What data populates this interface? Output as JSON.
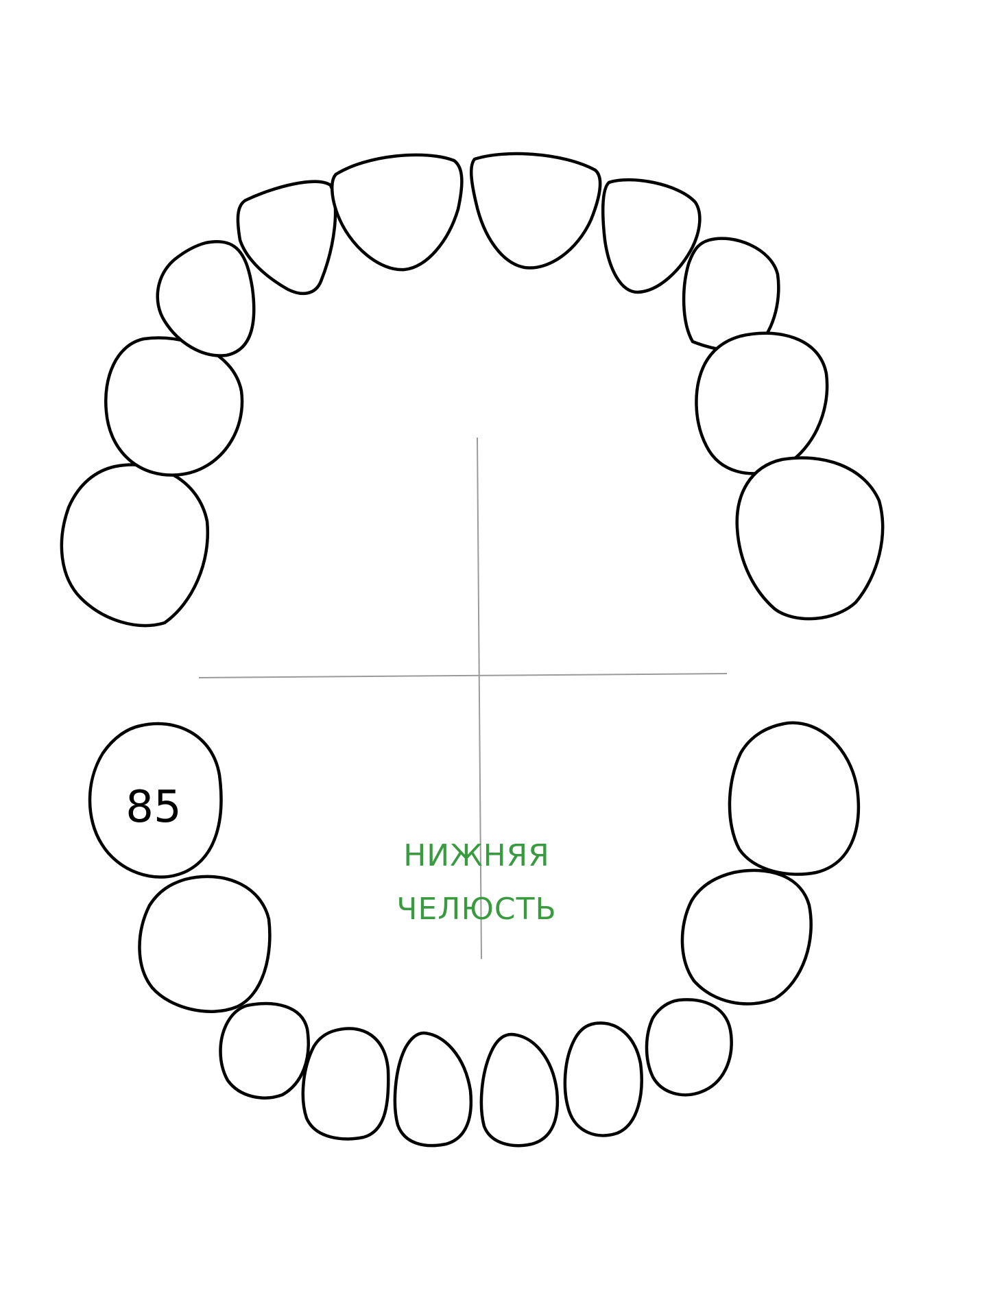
{
  "diagram": {
    "upper_teeth_count": 10,
    "lower_teeth_count": 10,
    "tooth_numbers": [
      {
        "tooth": "lower-right-second-molar",
        "label": "85"
      }
    ],
    "jaw_label": {
      "line1": "НИЖНЯЯ",
      "line2": "ЧЕЛЮСТЬ"
    },
    "colors": {
      "outline": "#000000",
      "label": "#3a9a40",
      "crosshair": "#9a9a9a"
    }
  }
}
